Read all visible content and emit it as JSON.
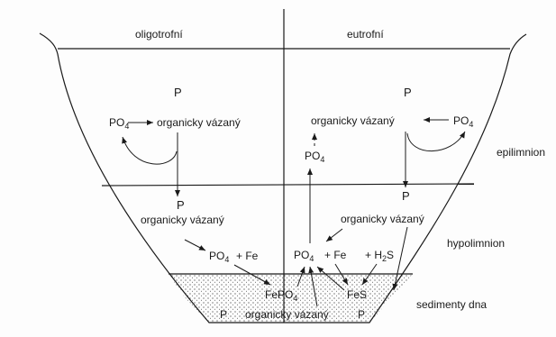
{
  "columns": {
    "left": "oligotrofní",
    "right": "eutrofní"
  },
  "zones": {
    "epilimnion": "epilimnion",
    "hypolimnion": "hypolimnion",
    "sediment": "sedimenty dna"
  },
  "left": {
    "epi_p": "P",
    "epi_po4": "PO",
    "epi_po4_sub": "4",
    "epi_organic": "organicky vázaný",
    "hypo_p": "P",
    "hypo_organic": "organicky vázaný",
    "hypo_po4": "PO",
    "hypo_po4_sub": "4",
    "hypo_fe": "+ Fe"
  },
  "right": {
    "epi_p": "P",
    "epi_organic": "organicky vázaný",
    "epi_po4": "PO",
    "epi_po4_sub": "4",
    "mid_po4": "PO",
    "mid_po4_sub": "4",
    "hypo_p": "P",
    "hypo_organic": "organicky vázaný",
    "hypo_po4": "PO",
    "hypo_po4_sub": "4",
    "hypo_fe": "+ Fe",
    "hypo_h2s_a": "+ H",
    "hypo_h2s_sub": "2",
    "hypo_h2s_b": "S"
  },
  "sediment": {
    "fepo4": "FePO",
    "fepo4_sub": "4",
    "fes": "FeS",
    "organic": "organicky vázaný",
    "p_left": "P",
    "p_right": "P"
  }
}
